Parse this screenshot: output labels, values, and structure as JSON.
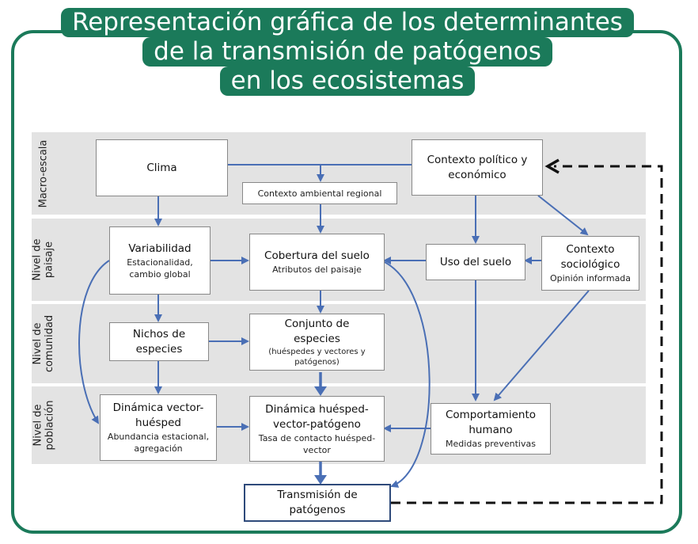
{
  "title": {
    "line1": "Representación gráfica de los determinantes",
    "line2": "de la transmisión de patógenos",
    "line3": "en los ecosistemas"
  },
  "bands": {
    "macro": "Macro-escala",
    "paisaje": "Nivel de\npaisaje",
    "comunidad": "Nivel de\ncomunidad",
    "poblacion": "Nivel de\npoblación"
  },
  "boxes": {
    "clima": {
      "title": "Clima"
    },
    "contexto_politico": {
      "title": "Contexto político y económico"
    },
    "contexto_ambiental": {
      "title": "Contexto ambiental regional"
    },
    "variabilidad": {
      "title": "Variabilidad",
      "sub": "Estacionalidad, cambio global"
    },
    "cobertura": {
      "title": "Cobertura del suelo",
      "sub": "Atributos del paisaje"
    },
    "uso_suelo": {
      "title": "Uso del suelo"
    },
    "contexto_socio": {
      "title": "Contexto sociológico",
      "sub": "Opinión informada"
    },
    "nichos": {
      "title": "Nichos de especies"
    },
    "conjunto": {
      "title": "Conjunto de especies",
      "sub": "(huéspedes y vectores y patógenos)"
    },
    "dinamica_vh": {
      "title": "Dinámica vector-huésped",
      "sub": "Abundancia estacional, agregación"
    },
    "dinamica_hvp": {
      "title": "Dinámica huésped-vector-patógeno",
      "sub": "Tasa de contacto huésped-vector"
    },
    "comportamiento": {
      "title": "Comportamiento humano",
      "sub": "Medidas preventivas"
    },
    "transmision": {
      "title": "Transmisión de patógenos"
    }
  },
  "colors": {
    "frame": "#1b7a5a",
    "arrow": "#4a6fb5",
    "band": "#e3e3e3",
    "dashed": "#111111"
  }
}
